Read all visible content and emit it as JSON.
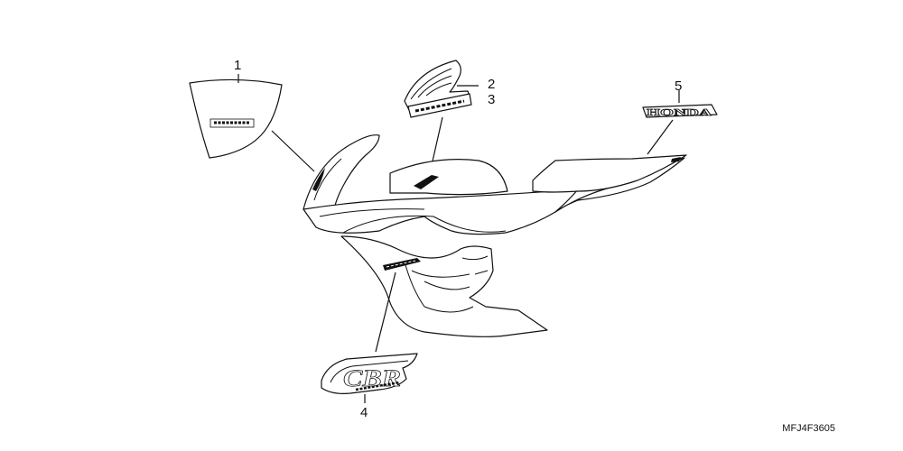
{
  "callouts": {
    "c1": "1",
    "c2": "2",
    "c3": "3",
    "c4": "4",
    "c5": "5"
  },
  "drawing_code": "MFJ4F3605",
  "logos": {
    "honda_wordmark": "HONDA",
    "cbr_badge": "CBR"
  },
  "colors": {
    "ink": "#111111",
    "background": "#ffffff"
  }
}
